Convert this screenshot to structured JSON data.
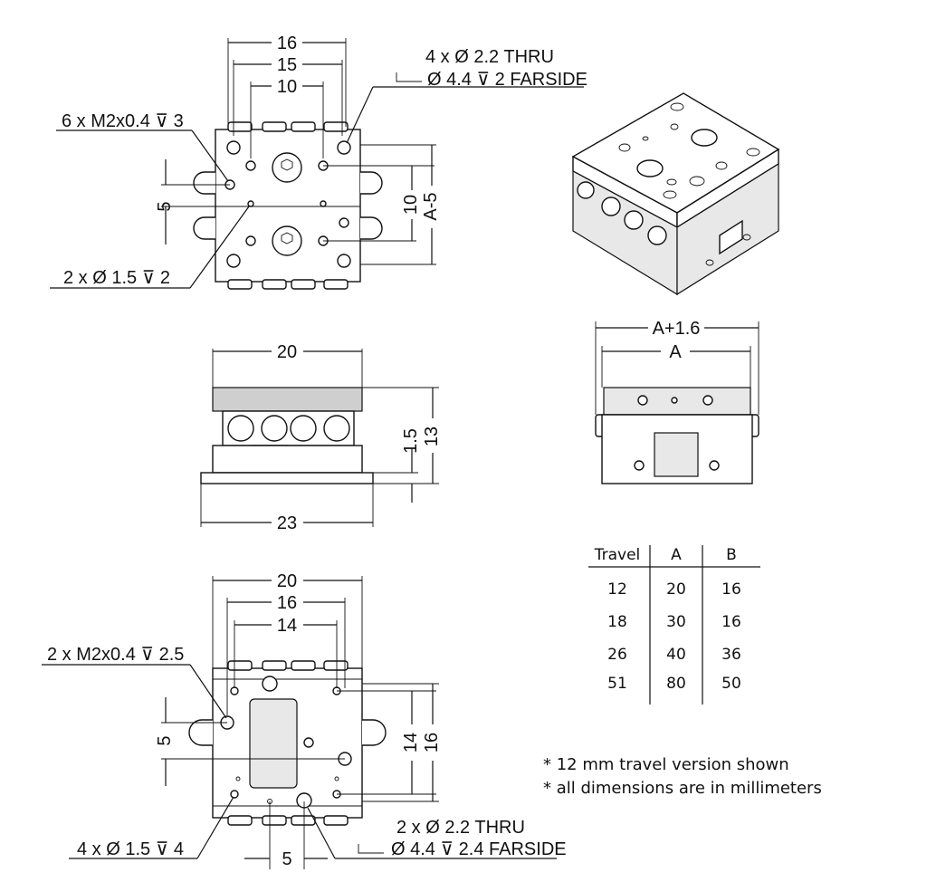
{
  "top_view": {
    "dim_16": "16",
    "dim_15": "15",
    "dim_10": "10",
    "dim_5": "5",
    "dim_10_v": "10",
    "dim_a5": "A-5",
    "callout_holes_a": "4 x Ø  2.2 THRU",
    "callout_holes_b": "Ø  4.4 ⊽ 2 FARSIDE",
    "callout_tap": "6 x M2x0.4  ⊽ 3",
    "callout_pin": "2 x Ø  1.5  ⊽ 2"
  },
  "side_view": {
    "dim_20": "20",
    "dim_23": "23",
    "dim_1_5": "1.5",
    "dim_13": "13"
  },
  "end_view": {
    "dim_a16": "A+1.6",
    "dim_a": "A"
  },
  "bottom_view": {
    "dim_20": "20",
    "dim_16": "16",
    "dim_14": "14",
    "dim_5": "5",
    "dim_14_v": "14",
    "dim_16_v": "16",
    "dim_5_bottom": "5",
    "callout_tap": "2 x M2x0.4  ⊽ 2.5",
    "callout_pin": "4 x Ø  1.5  ⊽ 4",
    "callout_holes_a": "2 x Ø  2.2 THRU",
    "callout_holes_b": "Ø  4.4 ⊽ 2.4 FARSIDE"
  },
  "table": {
    "headers": [
      "Travel",
      "A",
      "B"
    ],
    "rows": [
      [
        "12",
        "20",
        "16"
      ],
      [
        "18",
        "30",
        "16"
      ],
      [
        "26",
        "40",
        "36"
      ],
      [
        "51",
        "80",
        "50"
      ]
    ]
  },
  "notes": [
    "* 12 mm travel version shown",
    "* all dimensions are in millimeters"
  ]
}
